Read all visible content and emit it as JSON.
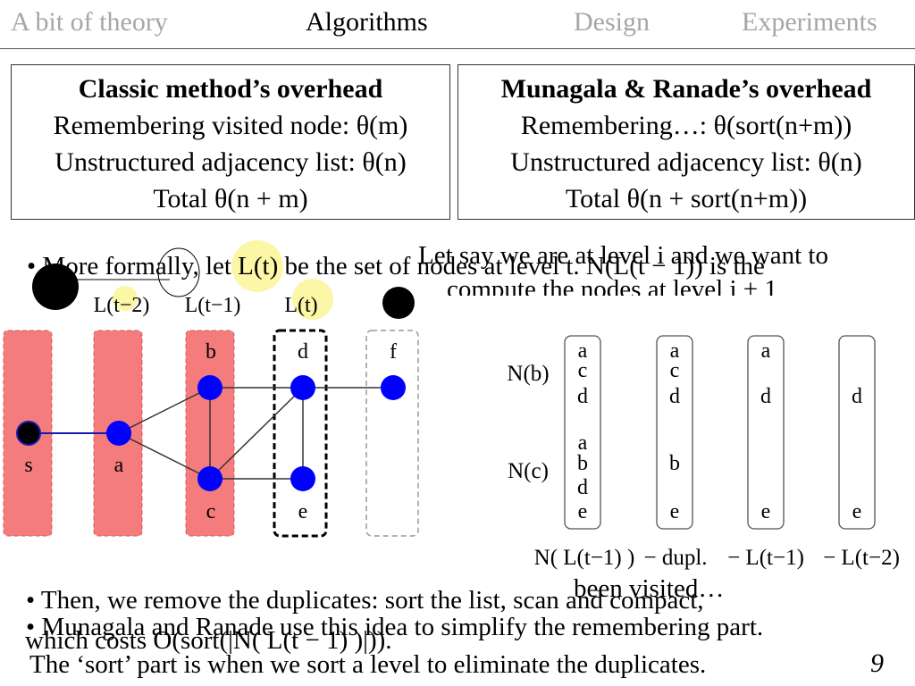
{
  "nav": {
    "items": [
      {
        "label": "A bit of theory",
        "state": "inactive"
      },
      {
        "label": "Algorithms",
        "state": "active"
      },
      {
        "label": "Design",
        "state": "inactive"
      },
      {
        "label": "Experiments",
        "state": "inactive"
      }
    ]
  },
  "boxes": {
    "classic": {
      "title": "Classic method’s overhead",
      "lines": [
        "Remembering visited node: θ(m)",
        "Unstructured adjacency list: θ(n)",
        "Total θ(n + m)"
      ]
    },
    "mr": {
      "title": "Munagala & Ranade’s overhead",
      "lines": [
        "Remembering…: θ(sort(n+m))",
        "Unstructured adjacency list: θ(n)",
        "Total θ(n + sort(n+m))"
      ]
    }
  },
  "overlays": {
    "formally": "• More formally, let L(t) be the set of nodes at level t. N(L(t − 1)) is the",
    "let_say_1": "Let say we are at level i and we want to",
    "let_say_2": "compute the nodes at level i + 1",
    "then_1": "• Then, we remove the duplicates: sort the list, scan and compact,",
    "then_2": "which costs O(sort(|N( L(t − 1) )|)).",
    "been_visited": "been visited…",
    "munagala": "• Munagala and Ranade use this idea to simplify the remembering part.",
    "sort_part": "The ‘sort’ part is when we sort a level to eliminate the duplicates."
  },
  "graph": {
    "level_labels": [
      "L(t−2)",
      "L(t−1)",
      "L(t)"
    ],
    "node_labels": {
      "s": "s",
      "a": "a",
      "b": "b",
      "c": "c",
      "d": "d",
      "e": "e",
      "f": "f"
    },
    "colors": {
      "visited_level": "#f47c7c",
      "node": "#0000ff",
      "start": "#000000",
      "edge": "#333333"
    }
  },
  "lists": {
    "row_labels": [
      "N(b)",
      "N(c)"
    ],
    "columns": [
      {
        "top": [
          "a",
          "c",
          "d"
        ],
        "bottom": [
          "a",
          "b",
          "d",
          "e"
        ]
      },
      {
        "top": [
          "a",
          "c",
          "d"
        ],
        "bottom": [
          "b",
          "e"
        ]
      },
      {
        "top": [
          "a",
          "d"
        ],
        "bottom": [
          "e"
        ]
      },
      {
        "top": [
          "d"
        ],
        "bottom": [
          "e"
        ]
      }
    ],
    "caption": [
      "N( L(t−1) )",
      "− dupl.",
      "− L(t−1)",
      "− L(t−2)"
    ]
  },
  "page_number": "9"
}
